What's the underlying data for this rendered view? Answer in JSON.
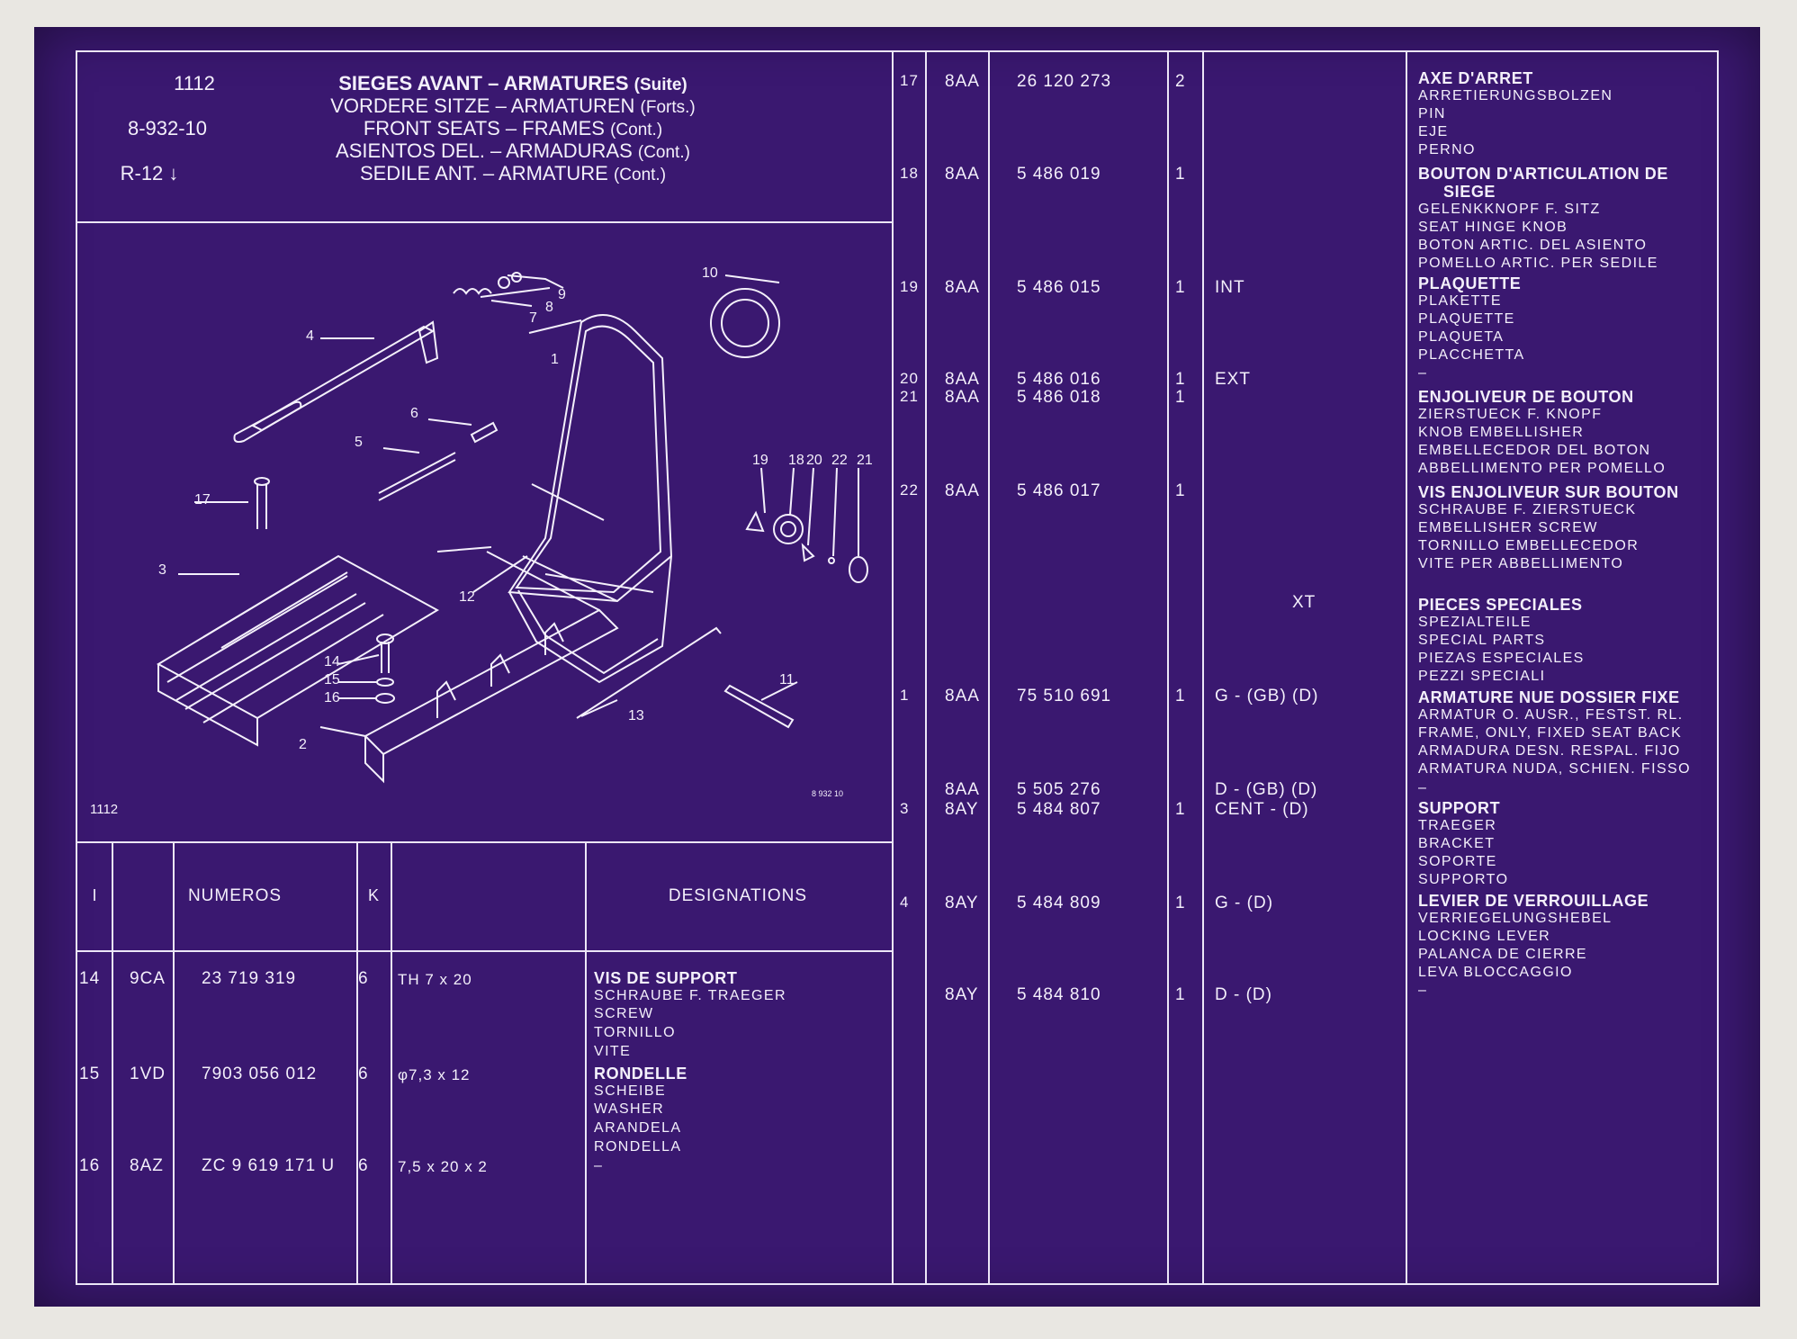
{
  "header": {
    "codes": [
      "1112",
      "8-932-10",
      "R-12 ↓"
    ],
    "titles": [
      {
        "pre": "SIEGES AVANT – ARMATURES ",
        "suf": "(Suite)",
        "bold": true
      },
      {
        "pre": "VORDERE SITZE – ARMATUREN ",
        "suf": "(Forts.)",
        "bold": false
      },
      {
        "pre": "FRONT SEATS – FRAMES ",
        "suf": "(Cont.)",
        "bold": false
      },
      {
        "pre": "ASIENTOS DEL. – ARMADURAS ",
        "suf": "(Cont.)",
        "bold": false
      },
      {
        "pre": "SEDILE ANT. – ARMATURE ",
        "suf": "(Cont.)",
        "bold": false
      }
    ]
  },
  "diagram": {
    "code_left": "1112",
    "code_right": "8 932 10",
    "callouts": [
      "1",
      "2",
      "3",
      "4",
      "5",
      "6",
      "7",
      "8",
      "9",
      "10",
      "11",
      "12",
      "13",
      "14",
      "15",
      "16",
      "17",
      "18",
      "19",
      "20",
      "21",
      "22"
    ]
  },
  "columns": {
    "index": "I",
    "numeros": "NUMEROS",
    "k": "K",
    "designations": "DESIGNATIONS"
  },
  "left_rows": [
    {
      "idx": "14",
      "code": "9CA",
      "number": "23 719 319",
      "k": "6",
      "spec": "TH 7 x 20",
      "lines": [
        {
          "text": "VIS DE SUPPORT",
          "bold": true
        },
        {
          "text": "SCHRAUBE F. TRAEGER"
        },
        {
          "text": "SCREW"
        },
        {
          "text": "TORNILLO"
        },
        {
          "text": "VITE"
        }
      ]
    },
    {
      "idx": "15",
      "code": "1VD",
      "number": "7903 056 012",
      "k": "6",
      "spec": "φ7,3 x 12",
      "lines": [
        {
          "text": "RONDELLE",
          "bold": true
        },
        {
          "text": "SCHEIBE"
        },
        {
          "text": "WASHER"
        },
        {
          "text": "ARANDELA"
        },
        {
          "text": "RONDELLA"
        },
        {
          "text": "–"
        }
      ]
    },
    {
      "idx": "16",
      "code": "8AZ",
      "number": "ZC 9 619 171 U",
      "k": "6",
      "spec": "7,5 x 20 x 2",
      "lines": []
    }
  ],
  "right_rows": [
    {
      "idx": "17",
      "code": "8AA",
      "number": "26 120 273",
      "k": "2",
      "note": ""
    },
    {
      "idx": "18",
      "code": "8AA",
      "number": "5 486 019",
      "k": "1",
      "note": ""
    },
    {
      "idx": "19",
      "code": "8AA",
      "number": "5 486 015",
      "k": "1",
      "note": "INT"
    },
    {
      "idx": "20",
      "code": "8AA",
      "number": "5 486 016",
      "k": "1",
      "note": "EXT"
    },
    {
      "idx": "21",
      "code": "8AA",
      "number": "5 486 018",
      "k": "1",
      "note": ""
    },
    {
      "idx": "22",
      "code": "8AA",
      "number": "5 486 017",
      "k": "1",
      "note": ""
    },
    {
      "idx": "1",
      "code": "8AA",
      "number": "75 510 691",
      "k": "1",
      "note": "G - (GB) (D)"
    },
    {
      "idx": "",
      "code": "8AA",
      "number": "5 505 276",
      "k": "",
      "note": "D - (GB) (D)"
    },
    {
      "idx": "3",
      "code": "8AY",
      "number": "5 484 807",
      "k": "1",
      "note": "CENT - (D)"
    },
    {
      "idx": "4",
      "code": "8AY",
      "number": "5 484 809",
      "k": "1",
      "note": "G - (D)"
    },
    {
      "idx": "",
      "code": "8AY",
      "number": "5 484 810",
      "k": "1",
      "note": "D - (D)"
    }
  ],
  "xt_label": "XT",
  "right_designations": [
    {
      "text": "AXE D'ARRET",
      "bold": true
    },
    {
      "text": "ARRETIERUNGSBOLZEN"
    },
    {
      "text": "PIN"
    },
    {
      "text": "EJE"
    },
    {
      "text": "PERNO"
    },
    {
      "text": "BOUTON D'ARTICULATION DE",
      "bold": true
    },
    {
      "text": "SIEGE",
      "bold": true,
      "indent": true
    },
    {
      "text": "GELENKKNOPF F. SITZ"
    },
    {
      "text": "SEAT HINGE KNOB"
    },
    {
      "text": "BOTON ARTIC. DEL ASIENTO"
    },
    {
      "text": "POMELLO ARTIC. PER SEDILE"
    },
    {
      "text": "PLAQUETTE",
      "bold": true
    },
    {
      "text": "PLAKETTE"
    },
    {
      "text": "PLAQUETTE"
    },
    {
      "text": "PLAQUETA"
    },
    {
      "text": "PLACCHETTA"
    },
    {
      "text": "–"
    },
    {
      "text": "ENJOLIVEUR DE BOUTON",
      "bold": true
    },
    {
      "text": "ZIERSTUECK F. KNOPF"
    },
    {
      "text": "KNOB EMBELLISHER"
    },
    {
      "text": "EMBELLECEDOR DEL BOTON"
    },
    {
      "text": "ABBELLIMENTO PER POMELLO"
    },
    {
      "text": "VIS ENJOLIVEUR SUR BOUTON",
      "bold": true
    },
    {
      "text": "SCHRAUBE F. ZIERSTUECK"
    },
    {
      "text": "EMBELLISHER SCREW"
    },
    {
      "text": "TORNILLO EMBELLECEDOR"
    },
    {
      "text": "VITE PER ABBELLIMENTO"
    },
    {
      "text": "PIECES SPECIALES",
      "bold": true
    },
    {
      "text": "SPEZIALTEILE"
    },
    {
      "text": "SPECIAL PARTS"
    },
    {
      "text": "PIEZAS ESPECIALES"
    },
    {
      "text": "PEZZI SPECIALI"
    },
    {
      "text": "ARMATURE NUE DOSSIER FIXE",
      "bold": true
    },
    {
      "text": "ARMATUR O. AUSR., FESTST. RL."
    },
    {
      "text": "FRAME, ONLY, FIXED SEAT BACK"
    },
    {
      "text": "ARMADURA DESN. RESPAL. FIJO"
    },
    {
      "text": "ARMATURA NUDA, SCHIEN. FISSO"
    },
    {
      "text": "–"
    },
    {
      "text": "SUPPORT",
      "bold": true
    },
    {
      "text": "TRAEGER"
    },
    {
      "text": "BRACKET"
    },
    {
      "text": "SOPORTE"
    },
    {
      "text": "SUPPORTO"
    },
    {
      "text": "LEVIER DE VERROUILLAGE",
      "bold": true
    },
    {
      "text": "VERRIEGELUNGSHEBEL"
    },
    {
      "text": "LOCKING LEVER"
    },
    {
      "text": "PALANCA DE CIERRE"
    },
    {
      "text": "LEVA BLOCCAGGIO"
    },
    {
      "text": "–"
    }
  ]
}
